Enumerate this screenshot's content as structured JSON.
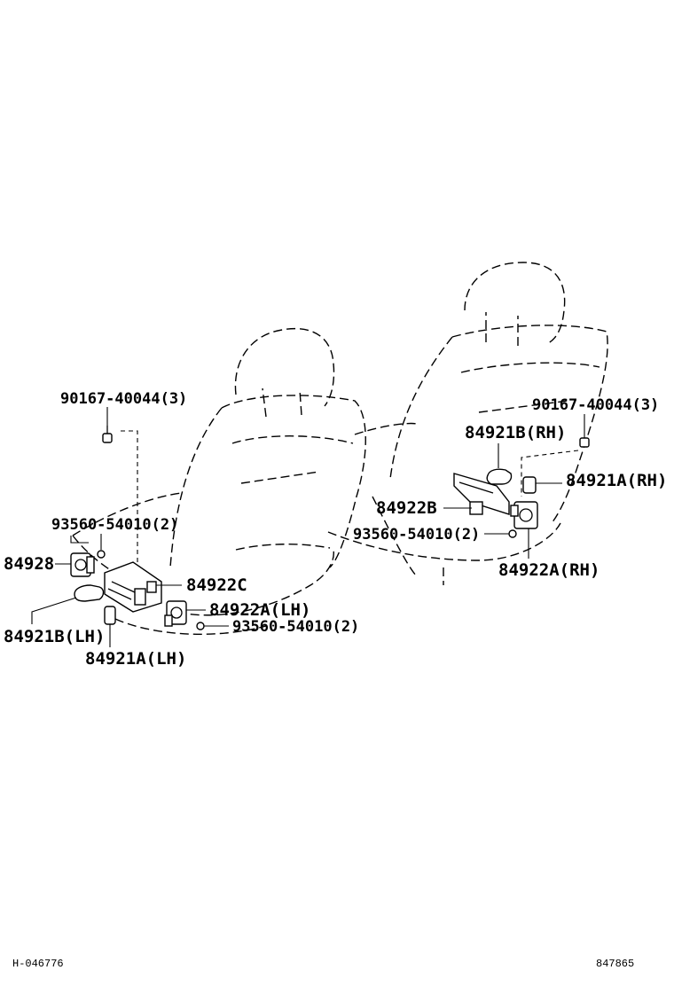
{
  "labels": {
    "bolt_lh": "90167-40044(3)",
    "screw_lh_upper": "93560-54010(2)",
    "part_84928": "84928",
    "part_84922c": "84922C",
    "part_84922a_lh": "84922A(LH)",
    "screw_lh_lower": "93560-54010(2)",
    "part_84921b_lh": "84921B(LH)",
    "part_84921a_lh": "84921A(LH)",
    "bolt_rh": "90167-40044(3)",
    "part_84921b_rh": "84921B(RH)",
    "part_84921a_rh": "84921A(RH)",
    "part_84922b": "84922B",
    "screw_rh": "93560-54010(2)",
    "part_84922a_rh": "84922A(RH)"
  },
  "footer": {
    "left_code": "H-046776",
    "right_code": "847865"
  }
}
